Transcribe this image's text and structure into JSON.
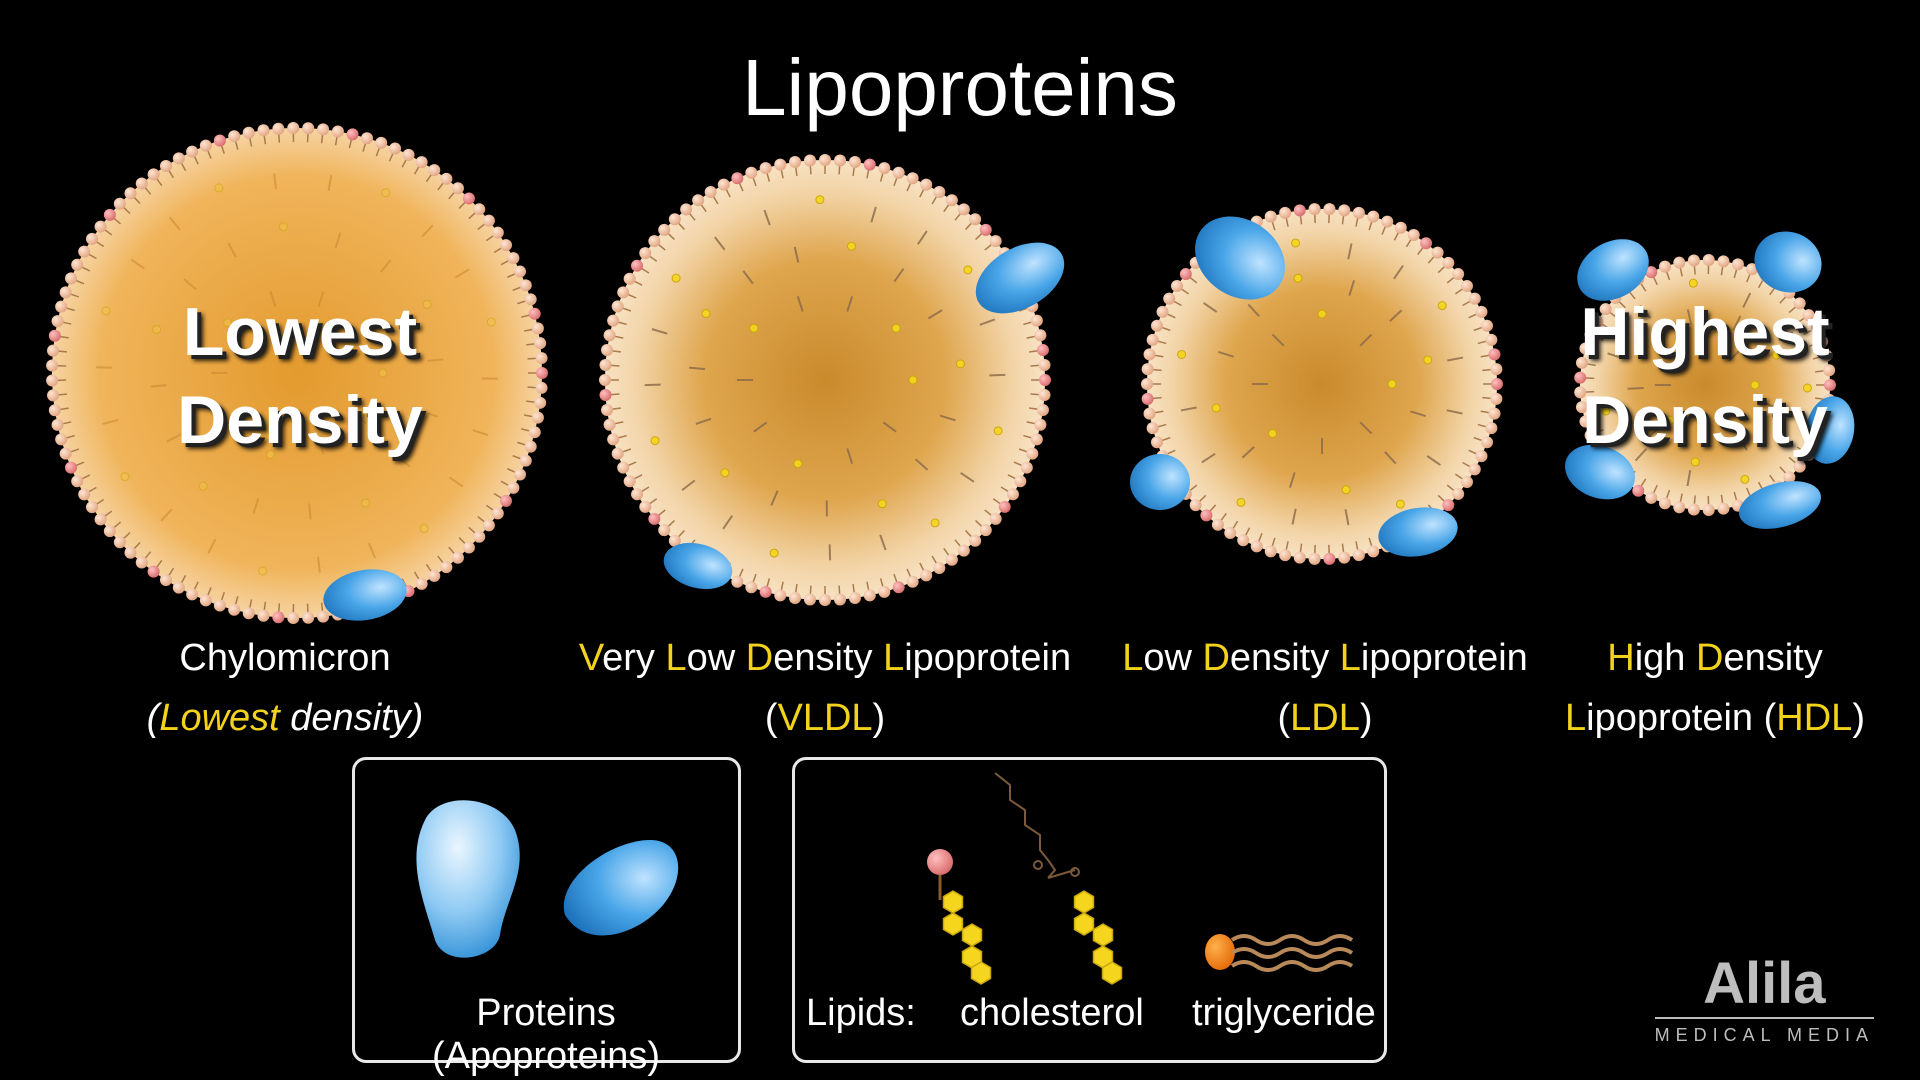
{
  "title": "Lipoproteins",
  "overlays": {
    "lowest": [
      "Lowest",
      "Density"
    ],
    "highest": [
      "Highest",
      "Density"
    ]
  },
  "particles": [
    {
      "id": "chylomicron",
      "line1": [
        {
          "t": "Chylomicron",
          "y": false
        }
      ],
      "line2": [
        {
          "t": "(",
          "y": false
        },
        {
          "t": "Lowest",
          "y": true
        },
        {
          "t": " density)",
          "y": false
        }
      ],
      "italic2": true
    },
    {
      "id": "vldl",
      "line1": [
        {
          "t": "V",
          "y": true
        },
        {
          "t": "ery ",
          "y": false
        },
        {
          "t": "L",
          "y": true
        },
        {
          "t": "ow ",
          "y": false
        },
        {
          "t": "D",
          "y": true
        },
        {
          "t": "ensity ",
          "y": false
        },
        {
          "t": "L",
          "y": true
        },
        {
          "t": "ipoprotein",
          "y": false
        }
      ],
      "line2": [
        {
          "t": "(",
          "y": false
        },
        {
          "t": "VLDL",
          "y": true
        },
        {
          "t": ")",
          "y": false
        }
      ]
    },
    {
      "id": "ldl",
      "line1": [
        {
          "t": "L",
          "y": true
        },
        {
          "t": "ow ",
          "y": false
        },
        {
          "t": "D",
          "y": true
        },
        {
          "t": "ensity ",
          "y": false
        },
        {
          "t": "L",
          "y": true
        },
        {
          "t": "ipoprotein",
          "y": false
        }
      ],
      "line2": [
        {
          "t": "(",
          "y": false
        },
        {
          "t": "LDL",
          "y": true
        },
        {
          "t": ")",
          "y": false
        }
      ]
    },
    {
      "id": "hdl",
      "line1": [
        {
          "t": "H",
          "y": true
        },
        {
          "t": "igh ",
          "y": false
        },
        {
          "t": "D",
          "y": true
        },
        {
          "t": "ensity",
          "y": false
        }
      ],
      "line2": [
        {
          "t": "L",
          "y": true
        },
        {
          "t": "ipoprotein (",
          "y": false
        },
        {
          "t": "HDL",
          "y": true
        },
        {
          "t": ")",
          "y": false
        }
      ]
    }
  ],
  "legend": {
    "proteins_label": "Proteins (Apoproteins)",
    "lipids_label": "Lipids:",
    "cholesterol_label": "cholesterol",
    "triglyceride_label": "triglyceride"
  },
  "logo": {
    "name": "Alila",
    "sub": "MEDICAL MEDIA"
  },
  "colors": {
    "highlight": "#f3d21c",
    "core": "#e8a53c",
    "protein": "#3fa0e0",
    "head": "#f2c4a4"
  }
}
